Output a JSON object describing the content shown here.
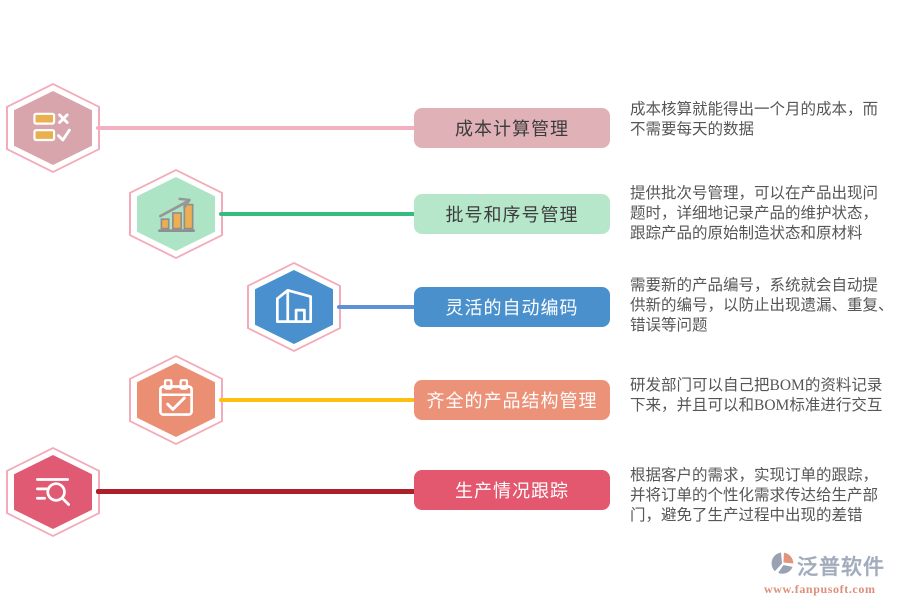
{
  "page": {
    "background": "#ffffff"
  },
  "rows": [
    {
      "label": "成本计算管理",
      "description": "成本核算就能得出一个月的成本，而\n不需要每天的数据",
      "icon": "checklist-icon",
      "colors": {
        "hex": "#d7a5ab",
        "ring": "#f4abb9",
        "line": "#f1b1c0",
        "box_bg": "#e0b1b7",
        "box_text": "#3c3c3c"
      }
    },
    {
      "label": "批号和序号管理",
      "description": "提供批次号管理，可以在产品出现问\n题时，详细地记录产品的维护状态，\n跟踪产品的原始制造状态和原材料",
      "icon": "bar-chart-icon",
      "colors": {
        "hex": "#aee4c6",
        "ring": "#f4abb9",
        "line": "#35bd80",
        "box_bg": "#b7e7cb",
        "box_text": "#3c3c3c"
      }
    },
    {
      "label": "灵活的自动编码",
      "description": "需要新的产品编号，系统就会自动提\n供新的编号，以防止出现遗漏、重复、\n错误等问题",
      "icon": "warehouse-icon",
      "colors": {
        "hex": "#4b90ce",
        "ring": "#f4abb9",
        "line": "#5e92d8",
        "box_bg": "#4a90cd",
        "box_text": "#ffffff"
      }
    },
    {
      "label": "齐全的产品结构管理",
      "description": "研发部门可以自己把BOM的资料记录\n下来，并且可以和BOM标准进行交互",
      "icon": "calendar-check-icon",
      "colors": {
        "hex": "#eb8f74",
        "ring": "#f4abb9",
        "line": "#fdc00f",
        "box_bg": "#ec9278",
        "box_text": "#ffffff"
      }
    },
    {
      "label": "生产情况跟踪",
      "description": "根据客户的需求，实现订单的跟踪，\n并将订单的个性化需求传达给生产部\n门，避免了生产过程中出现的差错",
      "icon": "search-list-icon",
      "colors": {
        "hex": "#e15a74",
        "ring": "#f4abb9",
        "line": "#ab202a",
        "box_bg": "#e4586f",
        "box_text": "#ffffff"
      }
    }
  ],
  "watermark": {
    "brand": "泛普软件",
    "url": "www.fanpusoft.com",
    "brand_color": "#98a4b5",
    "url_color": "#d9826b"
  }
}
